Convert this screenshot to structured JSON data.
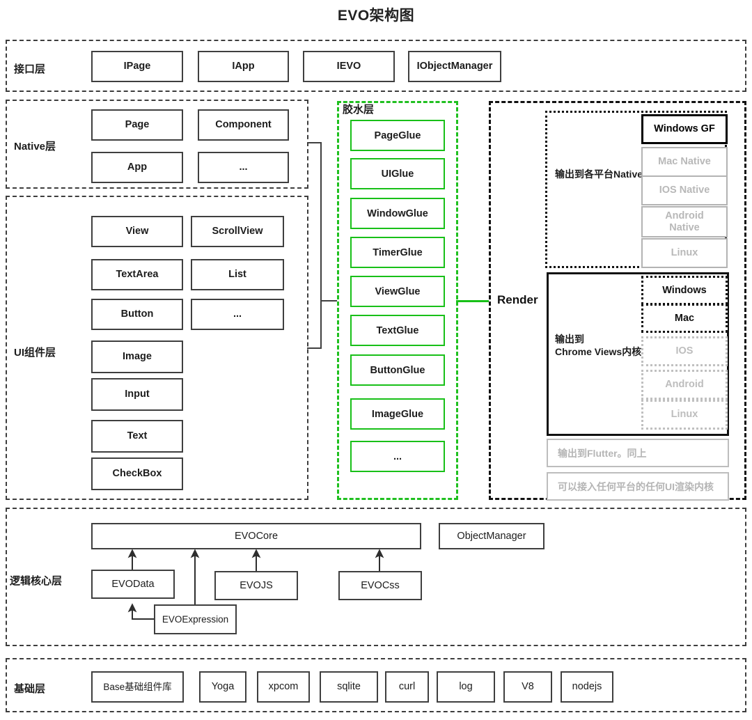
{
  "title": "EVO架构图",
  "interface_layer": {
    "label": "接口层",
    "nodes": [
      "IPage",
      "IApp",
      "IEVO",
      "IObjectManager"
    ]
  },
  "native_layer": {
    "label": "Native层",
    "nodes": [
      "Page",
      "Component",
      "App",
      "..."
    ]
  },
  "ui_layer": {
    "label": "UI组件层",
    "nodes": [
      "View",
      "ScrollView",
      "TextArea",
      "List",
      "Button",
      "...",
      "Image",
      "Input",
      "Text",
      "CheckBox"
    ]
  },
  "glue_layer": {
    "label": "胶水层",
    "color": "#18c018",
    "nodes": [
      "PageGlue",
      "UIGlue",
      "WindowGlue",
      "TimerGlue",
      "ViewGlue",
      "TextGlue",
      "ButtonGlue",
      "ImageGlue",
      "..."
    ]
  },
  "render_layer": {
    "label": "Render",
    "native_output": {
      "caption": "输出到各平台Native",
      "platforms": [
        {
          "name": "Windows GF",
          "state": "active"
        },
        {
          "name": "Mac Native",
          "state": "muted"
        },
        {
          "name": "IOS Native",
          "state": "muted"
        },
        {
          "name": "Android\nNative",
          "state": "muted"
        },
        {
          "name": "Linux",
          "state": "muted"
        }
      ]
    },
    "chrome_output": {
      "caption": "输出到\nChrome Views内核",
      "platforms": [
        {
          "name": "Windows",
          "state": "dotted-black"
        },
        {
          "name": "Mac",
          "state": "dotted-black"
        },
        {
          "name": "IOS",
          "state": "dotted-muted"
        },
        {
          "name": "Android",
          "state": "dotted-muted"
        },
        {
          "name": "Linux",
          "state": "dotted-muted"
        }
      ]
    },
    "notes": [
      "输出到Flutter。同上",
      "可以接入任何平台的任何UI渲染内核"
    ]
  },
  "logic_layer": {
    "label": "逻辑核心层",
    "core": "EVOCore",
    "object_manager": "ObjectManager",
    "modules": [
      "EVOData",
      "EVOJS",
      "EVOCss"
    ],
    "expression": "EVOExpression"
  },
  "base_layer": {
    "label": "基础层",
    "nodes": [
      "Base基础组件库",
      "Yoga",
      "xpcom",
      "sqlite",
      "curl",
      "log",
      "V8",
      "nodejs"
    ]
  }
}
